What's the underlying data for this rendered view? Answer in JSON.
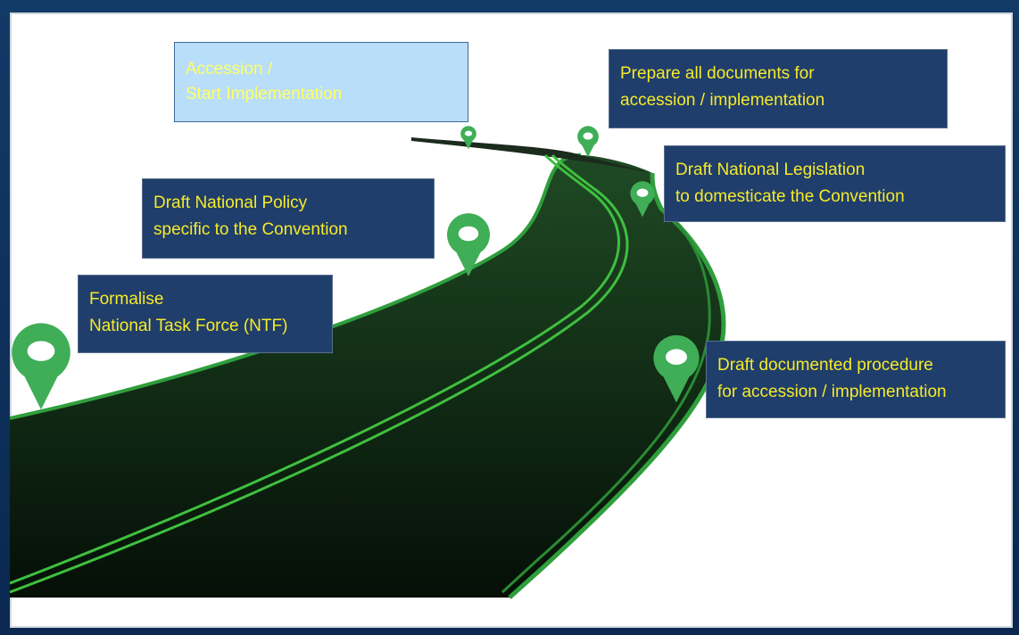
{
  "colors": {
    "frame": "#0d2f57",
    "box_fill": "#1f3e6b",
    "box_fill_highlight": "#b9def9",
    "box_text": "#f7ea2a",
    "pin_green": "#3fae57",
    "road_dark": "#0d2412",
    "road_edge": "#2f9e3c"
  },
  "steps": [
    {
      "lines": [
        "Formalise",
        "National Task Force (NTF)"
      ],
      "icon": "map-pin-icon"
    },
    {
      "lines": [
        "Draft National Policy",
        "specific to the Convention"
      ],
      "icon": "map-pin-icon"
    },
    {
      "lines": [
        "Accession /",
        "Start Implementation"
      ],
      "icon": "map-pin-icon",
      "highlighted": true
    },
    {
      "lines": [
        "Prepare all documents for",
        "accession / implementation"
      ],
      "icon": "map-pin-icon"
    },
    {
      "lines": [
        "Draft National Legislation",
        "to domesticate the Convention"
      ],
      "icon": "map-pin-icon"
    },
    {
      "lines": [
        "Draft documented procedure",
        "for accession / implementation"
      ],
      "icon": "map-pin-icon"
    }
  ]
}
